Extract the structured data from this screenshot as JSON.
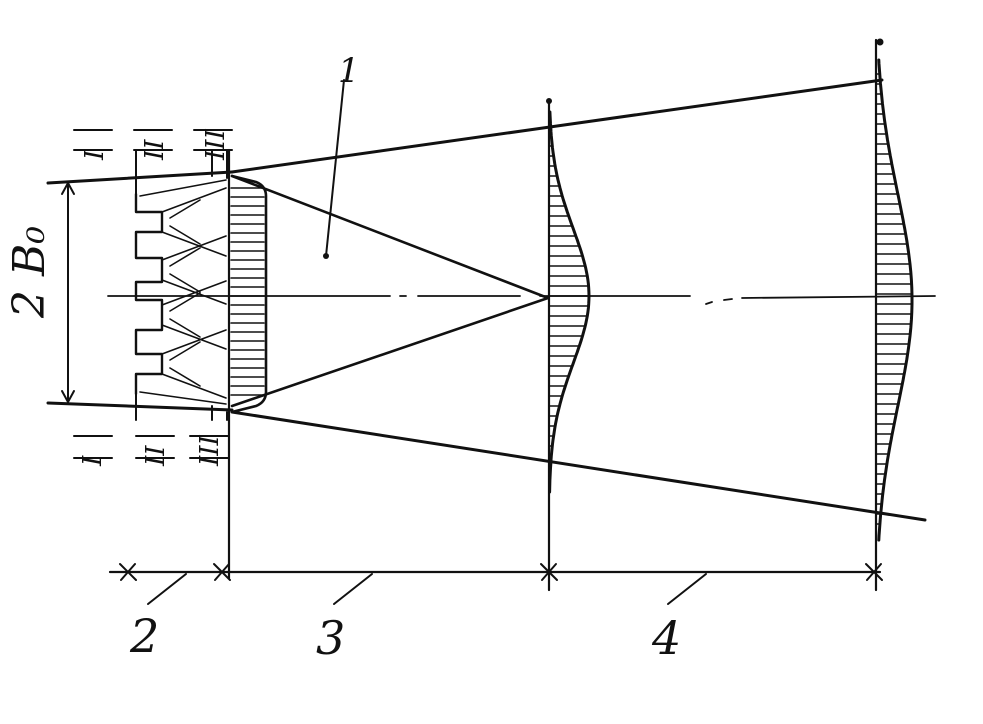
{
  "diagram": {
    "width_label": "2 B₀",
    "zone_marks": {
      "top": [
        "I",
        "II",
        "III"
      ],
      "bottom": [
        "I",
        "II",
        "III"
      ]
    },
    "leader_label": "1",
    "section_labels": [
      "2",
      "3",
      "4"
    ],
    "ink_color": "#111111",
    "paper_color": "#ffffff"
  }
}
